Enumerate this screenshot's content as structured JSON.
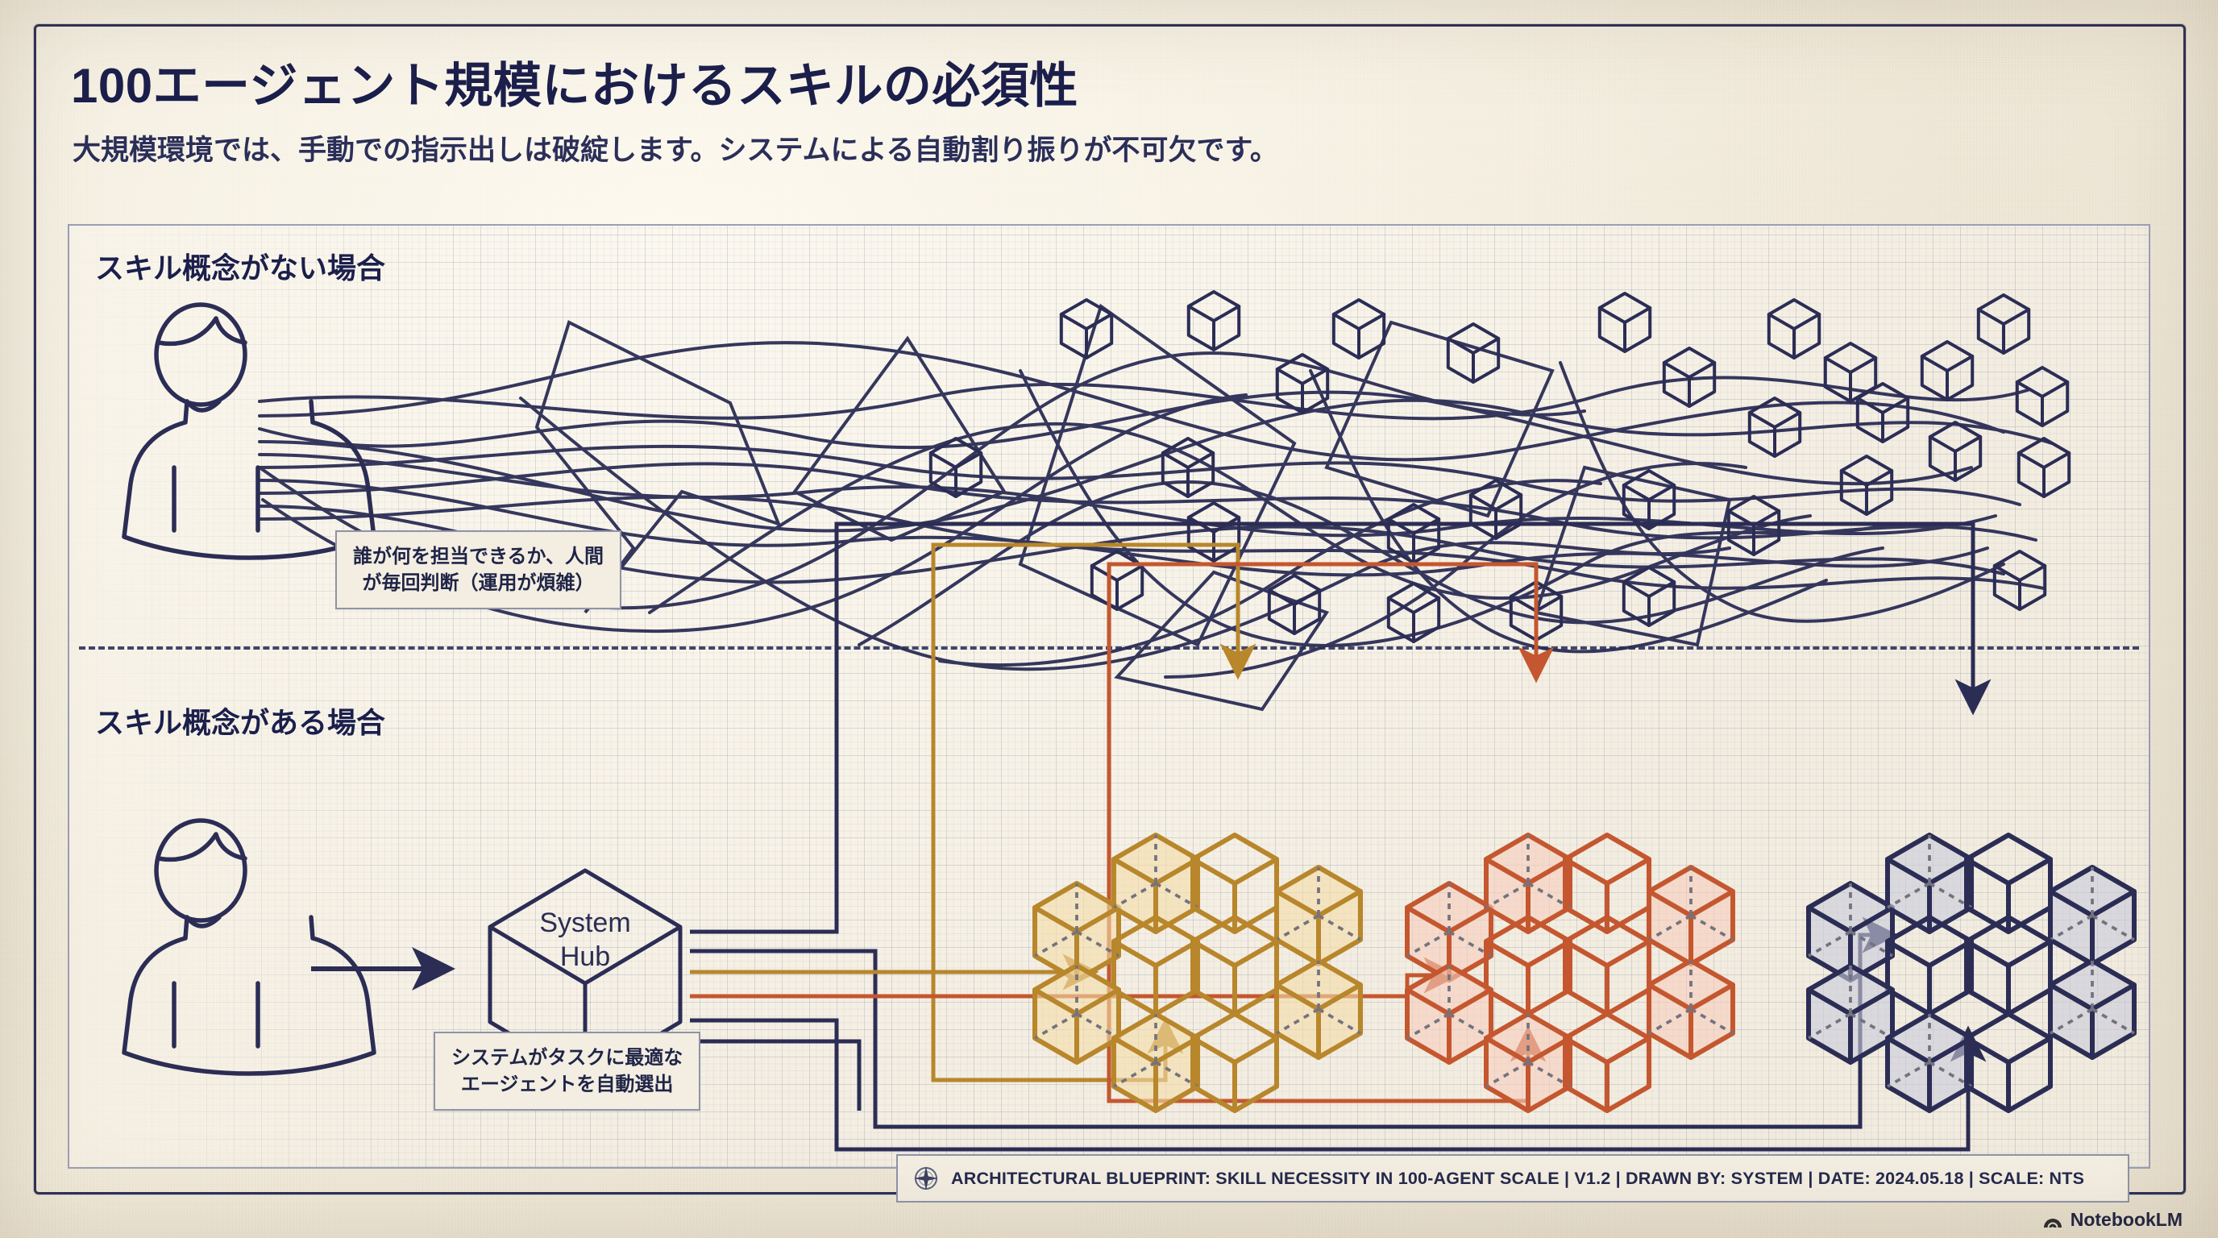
{
  "page": {
    "title": "100エージェント規模におけるスキルの必須性",
    "subtitle": "大規模環境では、手動での指示出しは破綻します。システムによる自動割り振りが不可欠です。"
  },
  "sections": {
    "chaos": {
      "heading": "スキル概念がない場合",
      "callout_line1": "誰が何を担当できるか、人間",
      "callout_line2": "が毎回判断（運用が煩雑）",
      "actor_icon": "person-icon",
      "node_count": 30,
      "node_color": "#2b2d55"
    },
    "ordered": {
      "heading": "スキル概念がある場合",
      "callout_line1": "システムがタスクに最適な",
      "callout_line2": "エージェントを自動選出",
      "actor_icon": "person-icon",
      "hub_label_line1": "System",
      "hub_label_line2": "Hub",
      "hub_icon": "cube-icon",
      "clusters": [
        {
          "name": "gold-cluster",
          "color": "#b8862b",
          "fill": "#f4dca6",
          "count": 10
        },
        {
          "name": "red-cluster",
          "color": "#c4572f",
          "fill": "#f6cdbc",
          "count": 10
        },
        {
          "name": "navy-cluster",
          "color": "#2b2d55",
          "fill": "#c9ccda",
          "count": 10
        }
      ],
      "bus_colors": [
        "#2b2d55",
        "#2b2d55",
        "#b8862b",
        "#c4572f",
        "#2b2d55",
        "#2b2d55"
      ]
    }
  },
  "footer": {
    "compass_icon": "compass-rose-icon",
    "text": "ARCHITECTURAL BLUEPRINT: SKILL NECESSITY IN 100-AGENT SCALE  |  V1.2  |  DRAWN BY: SYSTEM  |  DATE: 2024.05.18  |  SCALE: NTS"
  },
  "branding": {
    "logo_icon": "notebooklm-spiral-icon",
    "name": "NotebookLM"
  },
  "theme": {
    "ink": "#2b2d55",
    "paper": "#f1ead9",
    "gold": "#b8862b",
    "red": "#c4572f",
    "frame": "#9aa0b5"
  }
}
